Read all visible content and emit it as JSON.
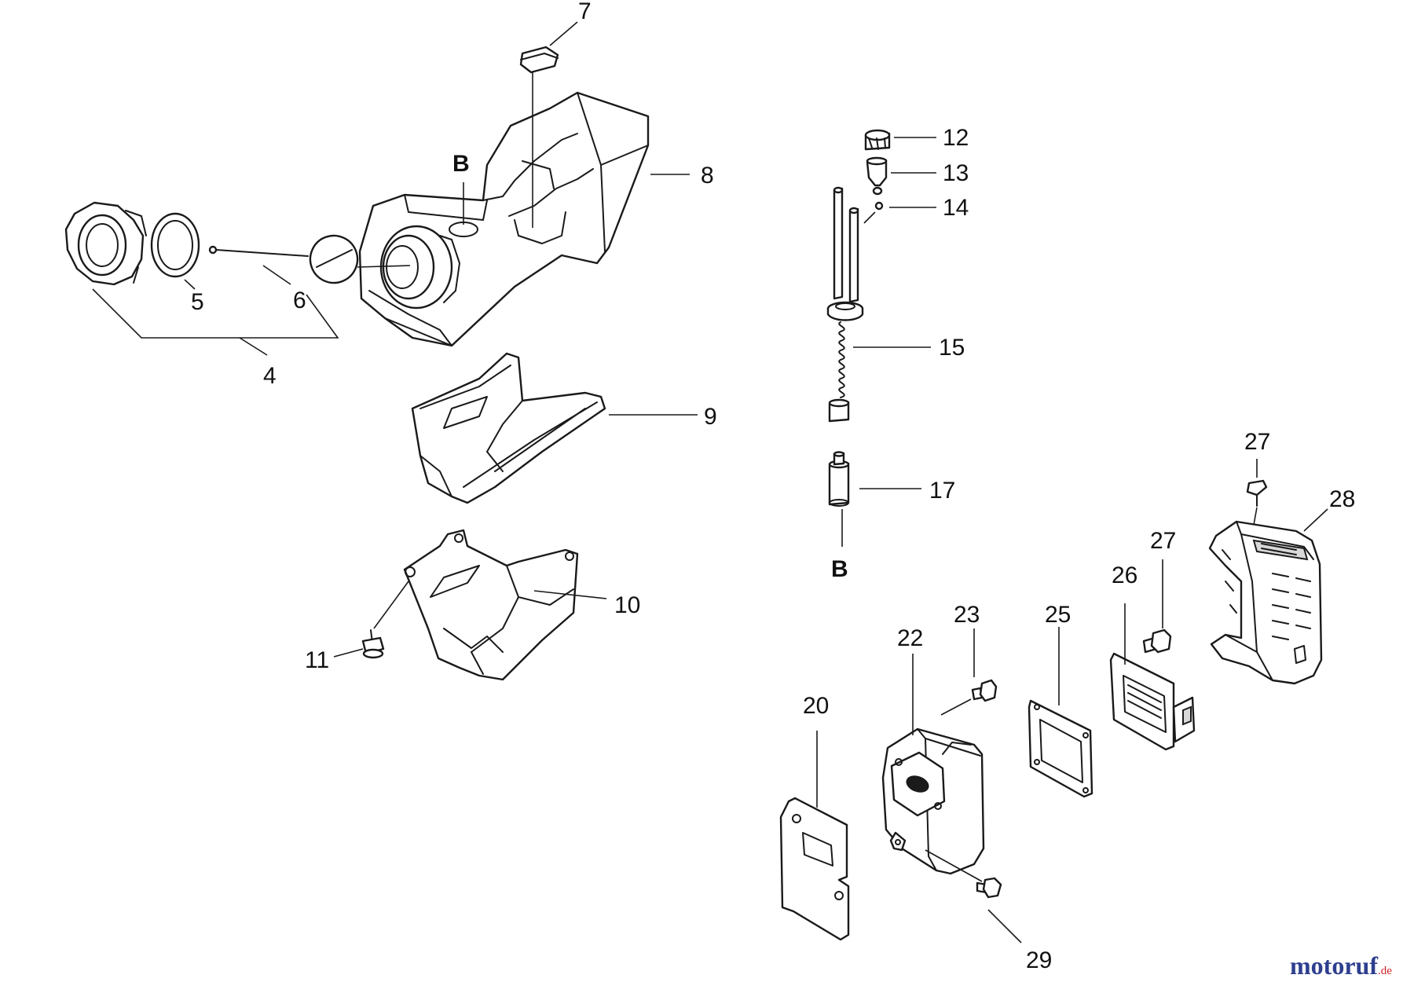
{
  "diagram": {
    "callouts": {
      "c4": "4",
      "c5": "5",
      "c6": "6",
      "c7": "7",
      "c8": "8",
      "c9": "9",
      "c10": "10",
      "c11": "11",
      "c12": "12",
      "c13": "13",
      "c14": "14",
      "c15": "15",
      "c17": "17",
      "c20": "20",
      "c22": "22",
      "c23": "23",
      "c25": "25",
      "c26": "26",
      "c27a": "27",
      "c27b": "27",
      "c28": "28",
      "c29": "29"
    },
    "references": {
      "b_tank": "B",
      "b_filter": "B"
    }
  },
  "watermark": {
    "word": "motoruf",
    "suffix": ".de",
    "colors": {
      "primary": "#2e3f8f",
      "accent": "#d2232a"
    }
  }
}
